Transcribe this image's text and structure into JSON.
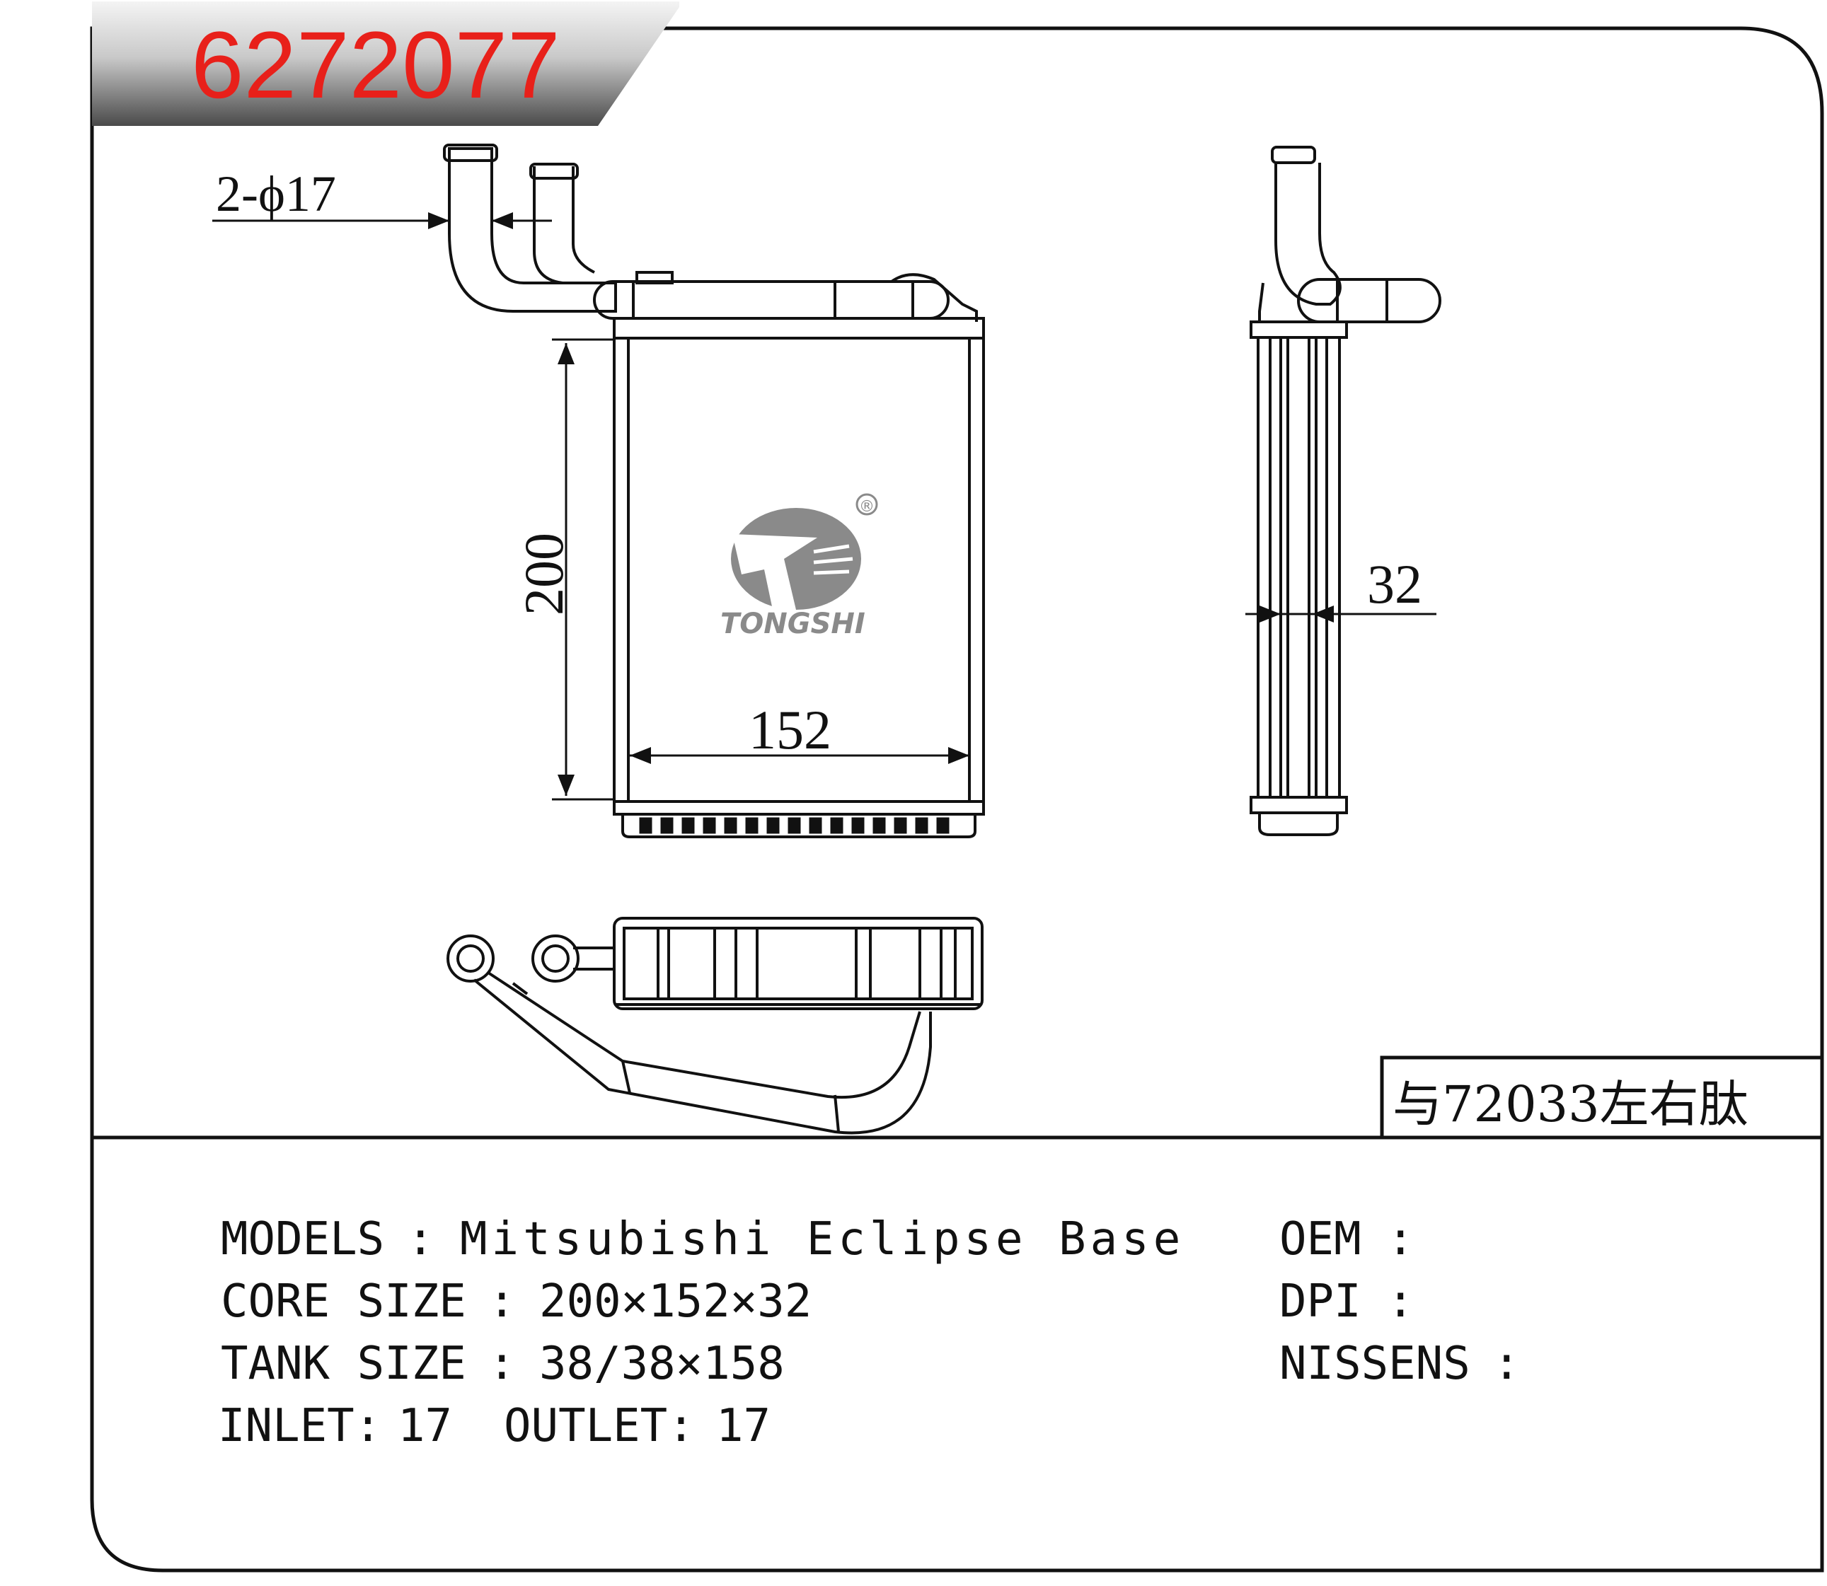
{
  "part_number": "6272077",
  "dimensions": {
    "pipe_diameter": "2-ϕ17",
    "core_height": "200",
    "core_width": "152",
    "core_thickness": "32"
  },
  "logo": {
    "brand": "TONGSHI",
    "registered_mark": "®"
  },
  "note": "与72033左右肽",
  "specs": {
    "models": {
      "label": "MODELS",
      "sep": ":",
      "value": "Mitsubishi Eclipse Base"
    },
    "core_size": {
      "label": "CORE SIZE",
      "sep": ":",
      "value": "200×152×32"
    },
    "tank_size": {
      "label": "TANK SIZE",
      "sep": ":",
      "value": "38/38×158"
    },
    "inlet": {
      "label": "INLET:",
      "value": "17"
    },
    "outlet": {
      "label": "OUTLET:",
      "value": "17"
    },
    "oem": {
      "label": "OEM",
      "sep": ":",
      "value": ""
    },
    "dpi": {
      "label": "DPI",
      "sep": ":",
      "value": ""
    },
    "nissens": {
      "label": "NISSENS",
      "sep": ":",
      "value": ""
    }
  },
  "colors": {
    "part_number": "#e8201a",
    "line": "#111111",
    "logo_gray": "#8a8a8a"
  }
}
